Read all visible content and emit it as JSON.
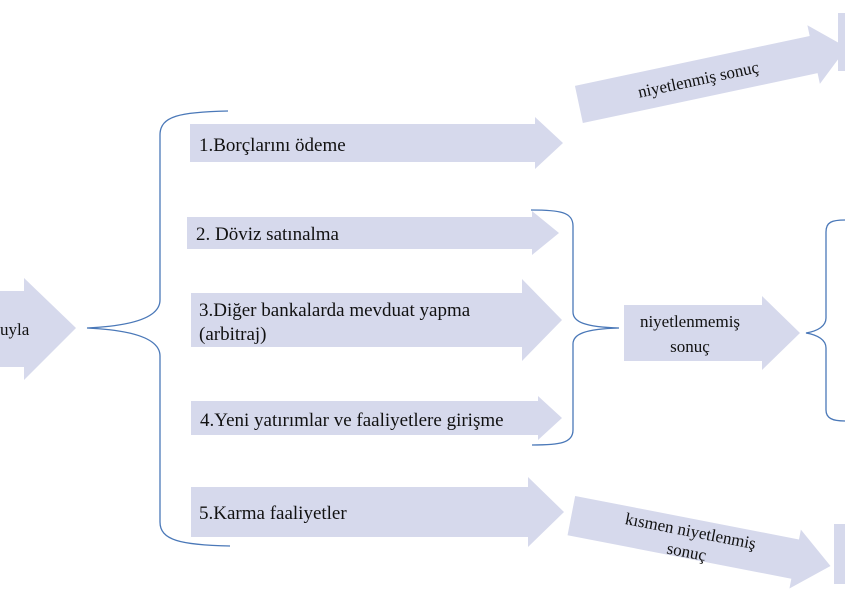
{
  "colors": {
    "arrow_fill": "#d6d9ec",
    "brace_stroke": "#4a78b8",
    "text": "#111111"
  },
  "left_arrow": {
    "label": "uyla"
  },
  "actions": [
    {
      "label": "1.Borçlarını ödeme"
    },
    {
      "label": "2. Döviz satınalma"
    },
    {
      "label_line1": "3.Diğer bankalarda mevduat yapma",
      "label_line2": "(arbitraj)"
    },
    {
      "label": "4.Yeni yatırımlar ve faaliyetlere girişme"
    },
    {
      "label": "5.Karma faaliyetler"
    }
  ],
  "outcomes": {
    "intended": {
      "label": "niyetlenmiş sonuç"
    },
    "unintended": {
      "label_line1": "niyetlenmemiş",
      "label_line2": "sonuç"
    },
    "partial": {
      "label_line1": "kısmen niyetlenmiş",
      "label_line2": "sonuç"
    }
  }
}
